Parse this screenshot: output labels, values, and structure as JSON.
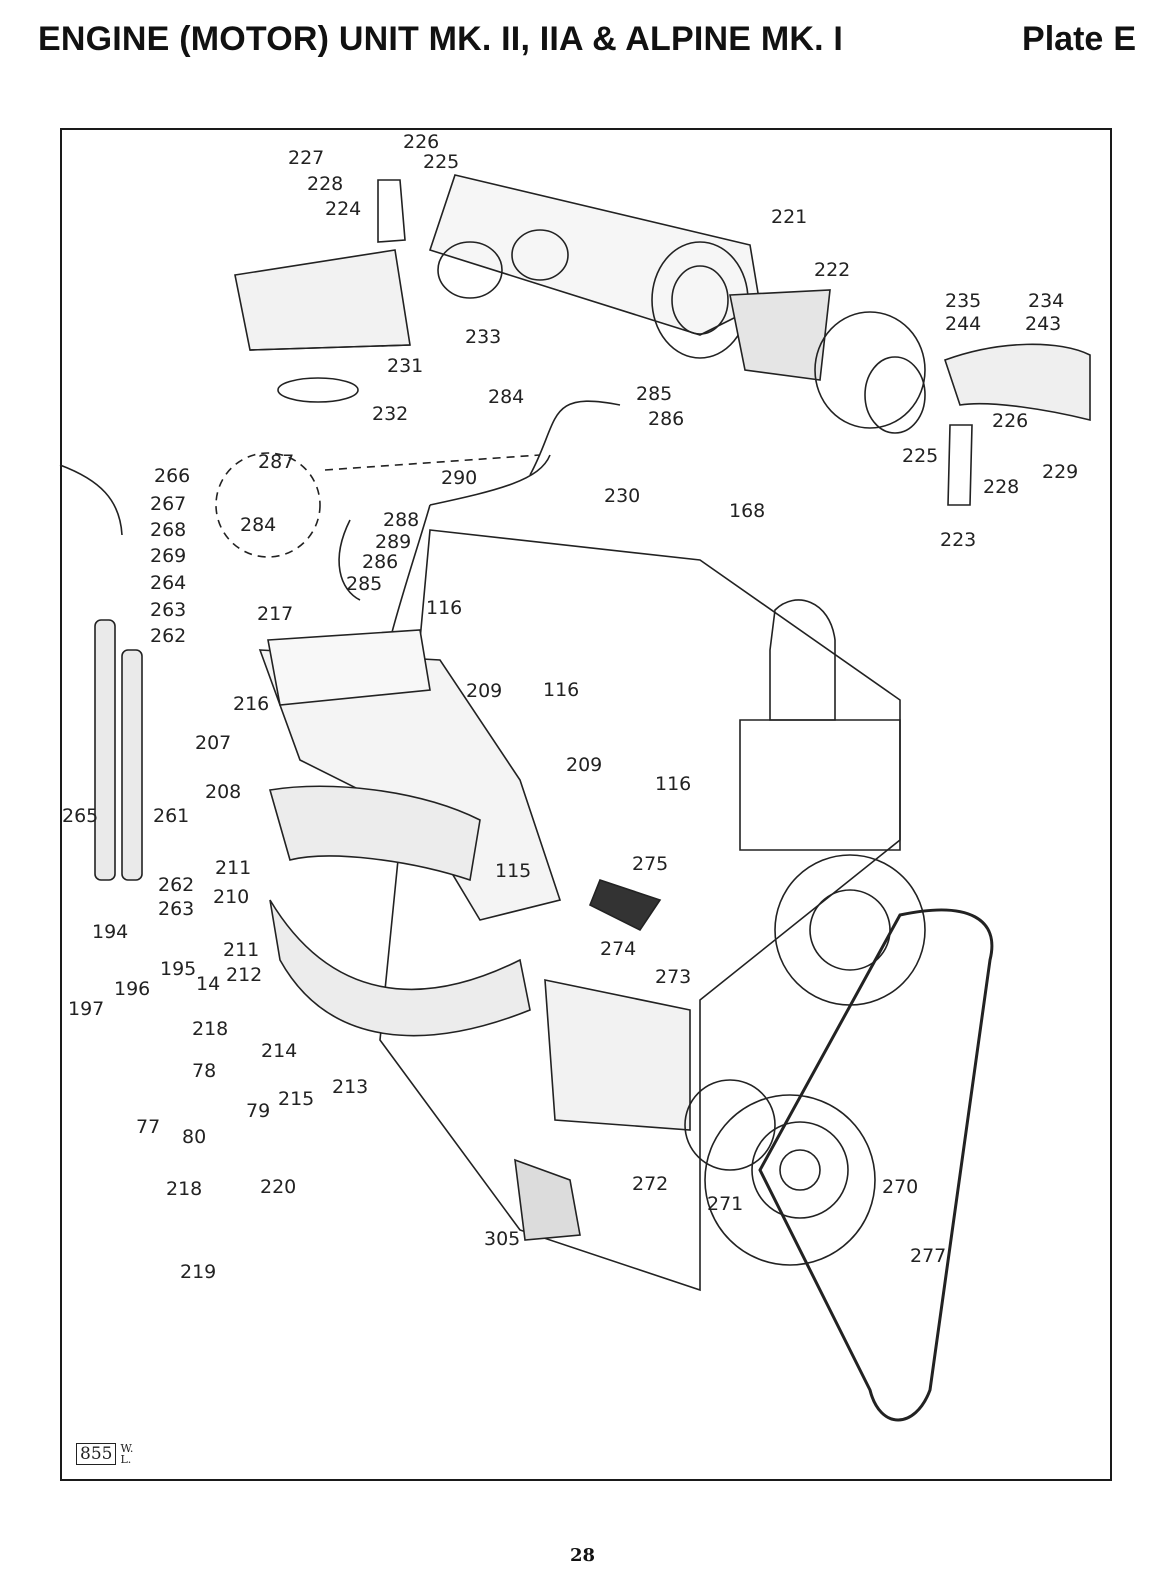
{
  "header": {
    "title": "ENGINE (MOTOR) UNIT MK. II, IIA & ALPINE MK. I",
    "plate_label": "Plate",
    "plate_letter": "E"
  },
  "diagram": {
    "callouts": [
      "227",
      "226",
      "225",
      "228",
      "224",
      "221",
      "222",
      "233",
      "231",
      "232",
      "235",
      "234",
      "244",
      "243",
      "285",
      "286",
      "284",
      "226",
      "225",
      "228",
      "229",
      "223",
      "287",
      "284",
      "290",
      "266",
      "267",
      "268",
      "269",
      "264",
      "263",
      "262",
      "288",
      "289",
      "286",
      "285",
      "230",
      "168",
      "217",
      "116",
      "116",
      "116",
      "209",
      "209",
      "216",
      "207",
      "208",
      "265",
      "261",
      "115",
      "275",
      "211",
      "210",
      "262",
      "263",
      "194",
      "195",
      "196",
      "197",
      "14",
      "211",
      "212",
      "274",
      "273",
      "218",
      "78",
      "214",
      "215",
      "213",
      "77",
      "79",
      "80",
      "218",
      "220",
      "219",
      "272",
      "271",
      "270",
      "305",
      "277"
    ]
  },
  "footer": {
    "reference_number": "855",
    "reference_initials": "W. L.",
    "page_number": "28"
  }
}
